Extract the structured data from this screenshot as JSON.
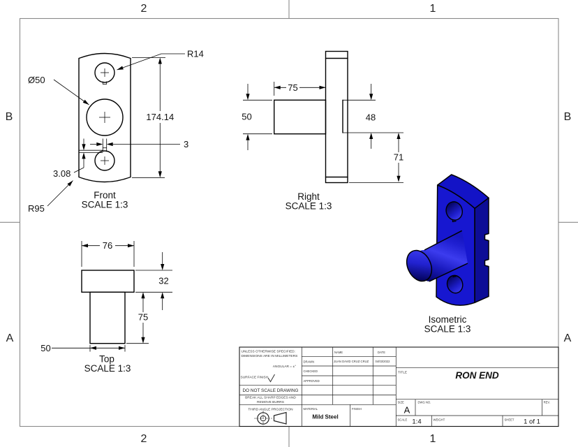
{
  "zones": {
    "top": [
      "2",
      "1"
    ],
    "bottom": [
      "2",
      "1"
    ],
    "left": [
      "B",
      "A"
    ],
    "right": [
      "B",
      "A"
    ]
  },
  "views": {
    "front": {
      "label": "Front",
      "scale": "SCALE 1:3",
      "dims": {
        "radius_top": "R14",
        "diameter": "Ø50",
        "height": "174.14",
        "keyway_width": "3",
        "groove": "3.08",
        "radius_bottom": "R95"
      }
    },
    "right": {
      "label": "Right",
      "scale": "SCALE 1:3",
      "dims": {
        "boss_length": "75",
        "boss_diameter": "50",
        "step_height": "48",
        "lower_height": "71"
      }
    },
    "top": {
      "label": "Top",
      "scale": "SCALE 1:3",
      "dims": {
        "plate_width": "76",
        "plate_thickness": "32",
        "boss_length": "75",
        "boss_diameter": "50"
      }
    },
    "iso": {
      "label": "Isometric",
      "scale": "SCALE 1:3"
    }
  },
  "title_block": {
    "notes_line1": "UNLESS OTHERWISE SPECIFIED:",
    "notes_line2": "DIMENSIONS ARE IN MILLIMETERS",
    "angular": "ANGULAR = ±°",
    "surface_finish_label": "SURFACE FINISH",
    "do_not_scale": "DO NOT SCALE DRAWING",
    "deburr_line1": "BREAK ALL SHARP EDGES AND",
    "deburr_line2": "REMOVE BURRS",
    "projection": "THIRD ANGLE PROJECTION",
    "name_header": "NAME",
    "date_header": "DATE",
    "rows": [
      {
        "label": "DRAWN",
        "name": "JUAN DAVID CRUZ CRUZ",
        "date": "04/03/2022"
      },
      {
        "label": "CHECKED",
        "name": "",
        "date": ""
      },
      {
        "label": "APPROVED",
        "name": "",
        "date": ""
      }
    ],
    "material_label": "MATERIAL",
    "material": "Mild Steel",
    "finish_label": "FINISH",
    "title_label": "TITLE",
    "title": "RON END",
    "size_label": "SIZE",
    "size": "A",
    "dwg_label": "DWG NO.",
    "rev_label": "REV.",
    "scale_label": "SCALE",
    "scale": "1:4",
    "weight_label": "WEIGHT",
    "sheet_label": "SHEET",
    "sheet": "1 of 1"
  },
  "colors": {
    "line": "#1a1a1a",
    "frame": "#8a8a8a",
    "part_front": "#1717d0",
    "part_side": "#0d0d96",
    "part_top": "#1313c6",
    "part_dark": "#000060",
    "part_light": "#3a3aee"
  }
}
